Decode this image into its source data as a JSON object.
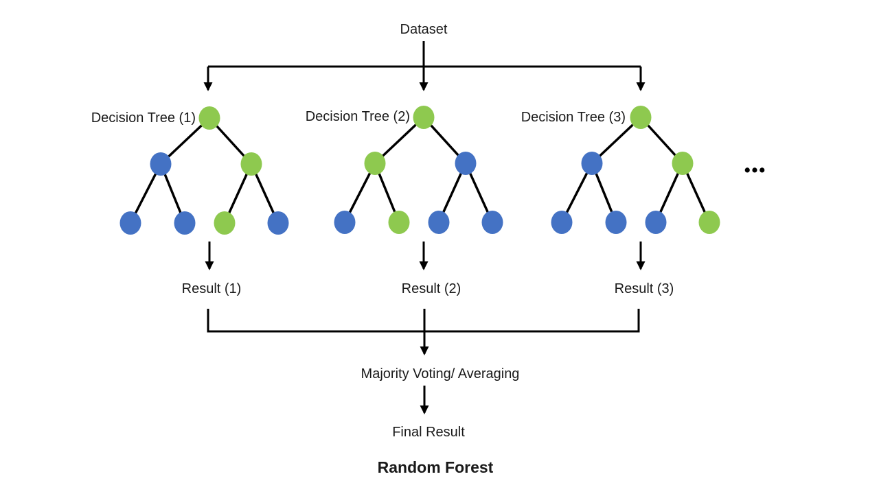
{
  "diagram": {
    "dataset_label": "Dataset",
    "ellipsis": "•••",
    "majority_label": "Majority Voting/ Averaging",
    "final_label": "Final Result",
    "title": "Random Forest",
    "trees": [
      {
        "label": "Decision Tree (1)",
        "result": "Result (1)",
        "node_colors": [
          "green",
          "blue",
          "green",
          "blue",
          "blue",
          "green",
          "blue"
        ]
      },
      {
        "label": "Decision Tree (2)",
        "result": "Result (2)",
        "node_colors": [
          "green",
          "green",
          "blue",
          "blue",
          "green",
          "blue",
          "blue"
        ]
      },
      {
        "label": "Decision Tree (3)",
        "result": "Result (3)",
        "node_colors": [
          "green",
          "blue",
          "green",
          "blue",
          "blue",
          "blue",
          "green"
        ]
      }
    ],
    "colors": {
      "green": "#8EC94F",
      "blue": "#4472C4",
      "line": "#000000",
      "text": "#1A1A1A",
      "background": "#FFFFFF"
    }
  }
}
